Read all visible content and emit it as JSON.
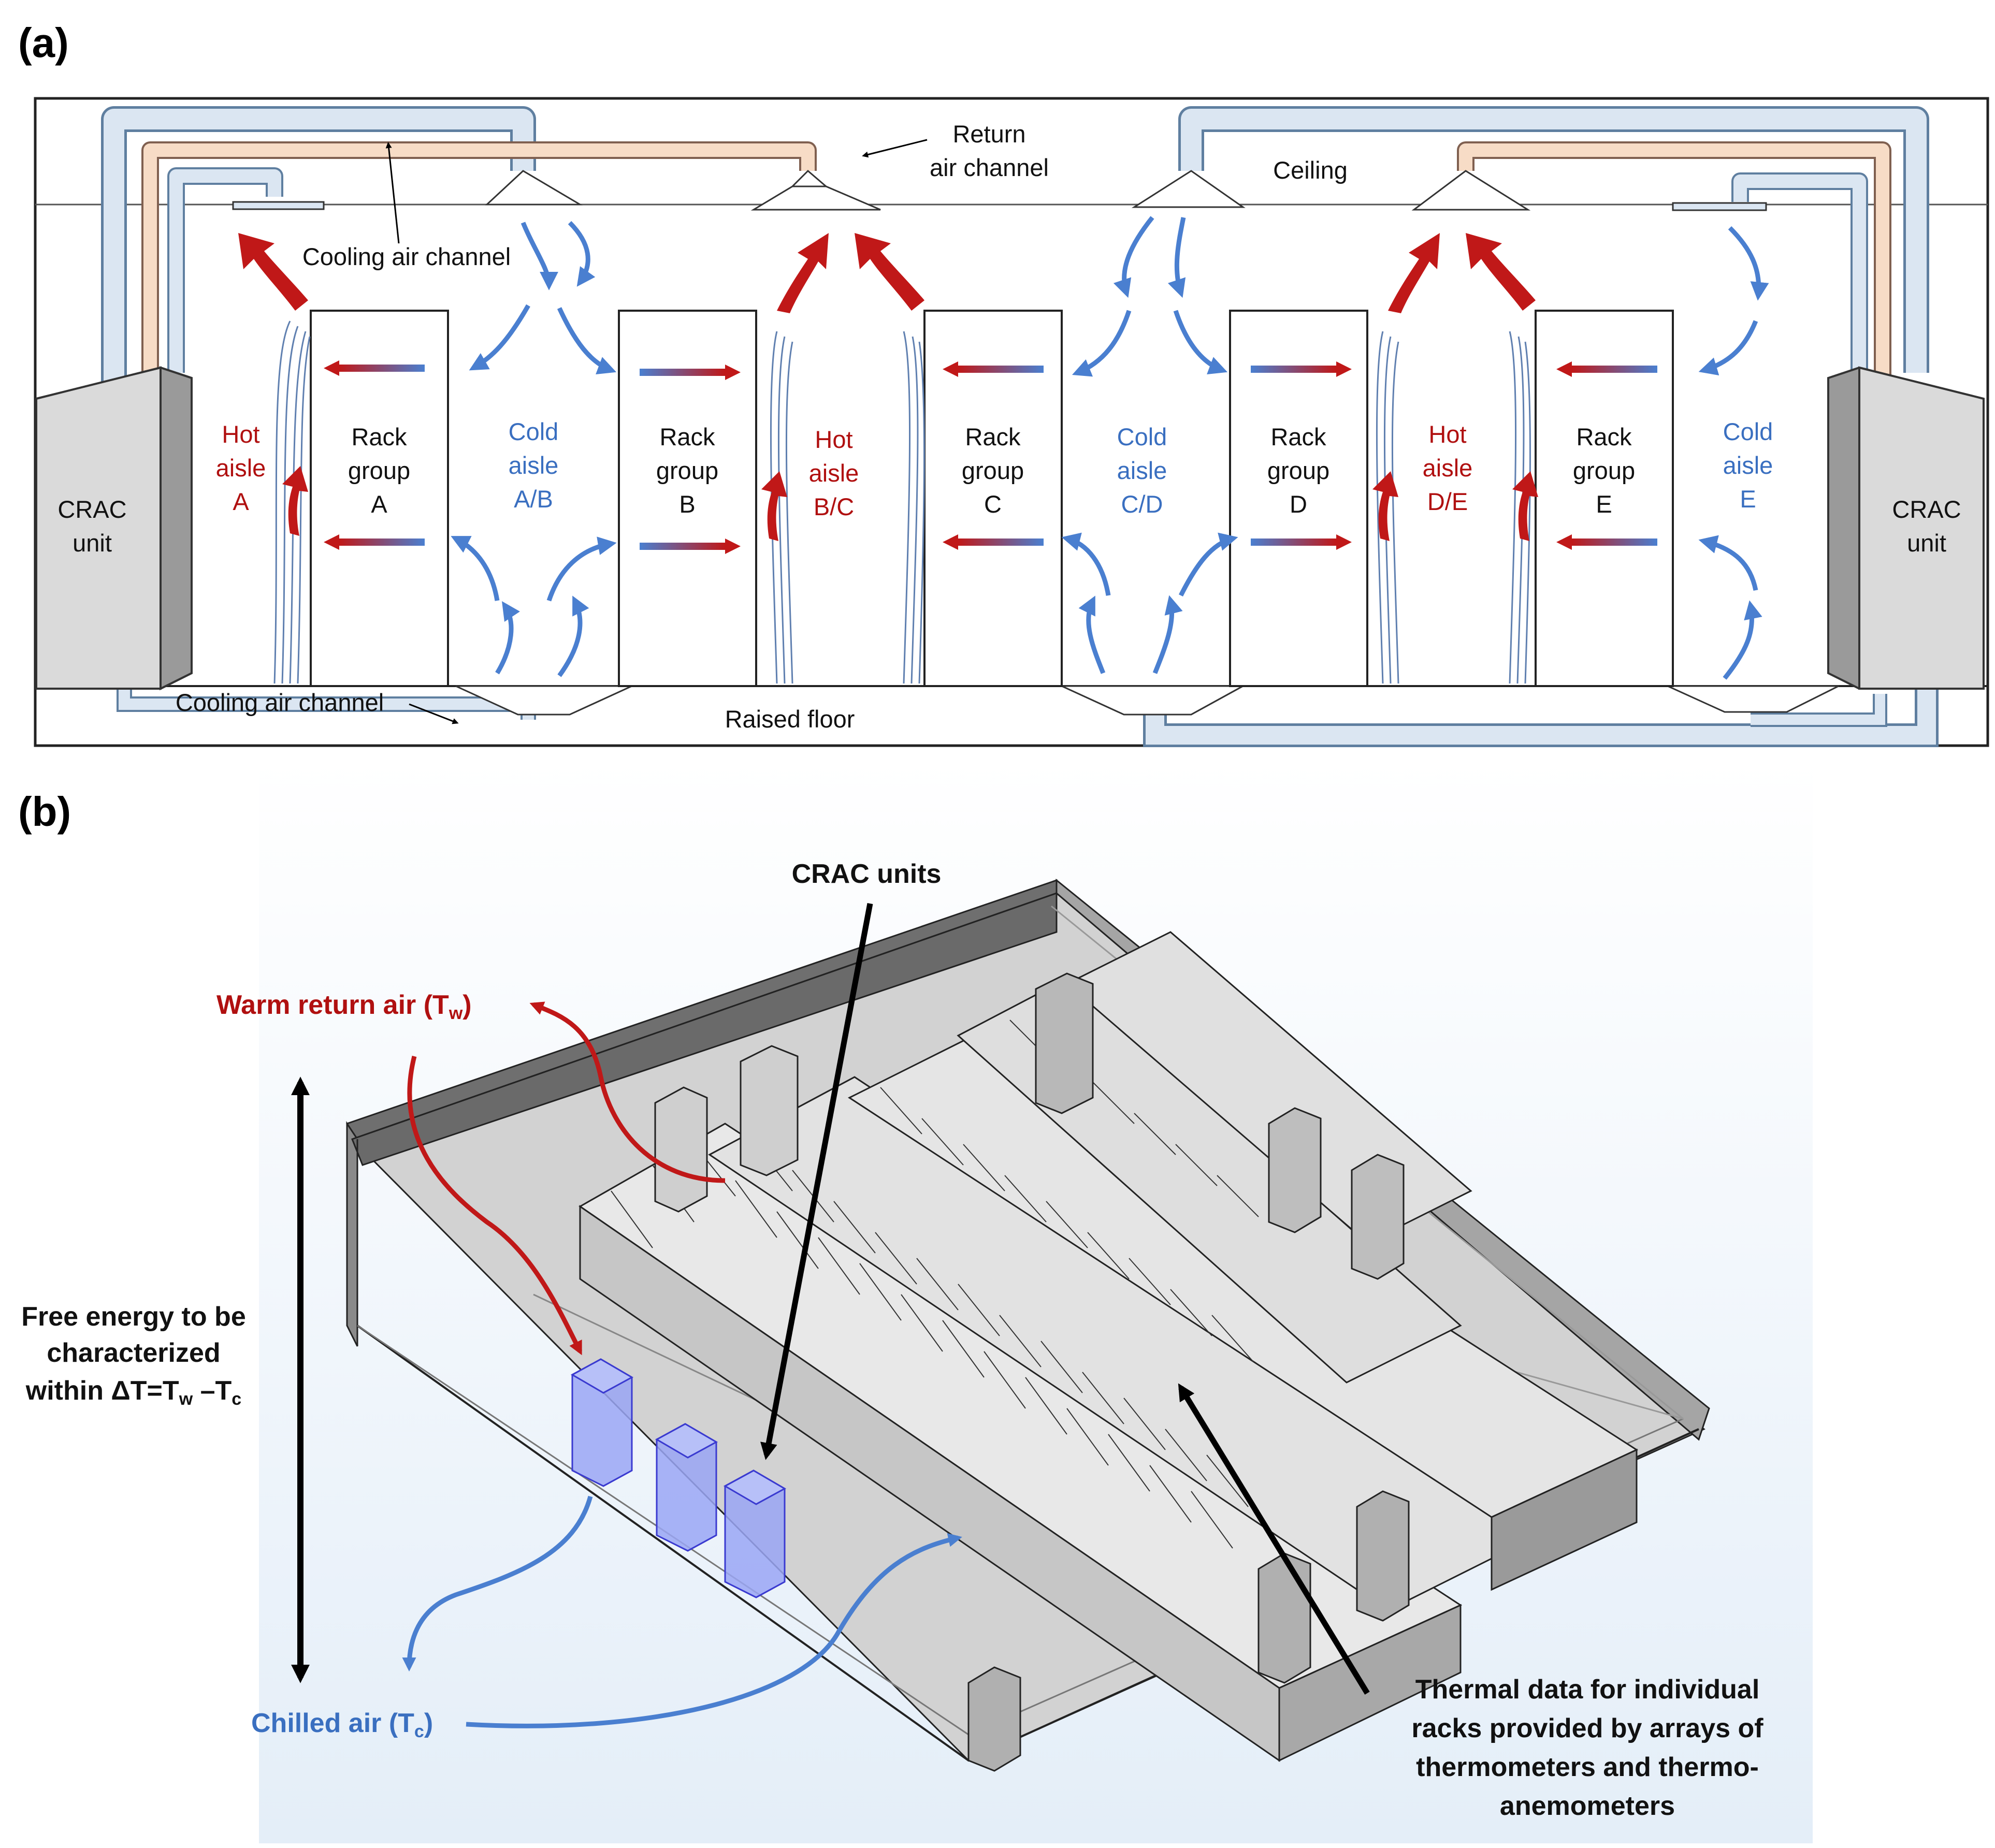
{
  "panels": {
    "a": "(a)",
    "b": "(b)"
  },
  "panel_a": {
    "labels": {
      "return_air_1": "Return",
      "return_air_2": "air channel",
      "ceiling": "Ceiling",
      "cooling_top": "Cooling air channel",
      "cooling_bottom": "Cooling air channel",
      "raised_floor": "Raised floor",
      "crac_1": "CRAC",
      "crac_2": "unit"
    },
    "racks": [
      {
        "l1": "Rack",
        "l2": "group",
        "l3": "A"
      },
      {
        "l1": "Rack",
        "l2": "group",
        "l3": "B"
      },
      {
        "l1": "Rack",
        "l2": "group",
        "l3": "C"
      },
      {
        "l1": "Rack",
        "l2": "group",
        "l3": "D"
      },
      {
        "l1": "Rack",
        "l2": "group",
        "l3": "E"
      }
    ],
    "aisles": [
      {
        "type": "hot",
        "l1": "Hot",
        "l2": "aisle",
        "l3": "A"
      },
      {
        "type": "cold",
        "l1": "Cold",
        "l2": "aisle",
        "l3": "A/B"
      },
      {
        "type": "hot",
        "l1": "Hot",
        "l2": "aisle",
        "l3": "B/C"
      },
      {
        "type": "cold",
        "l1": "Cold",
        "l2": "aisle",
        "l3": "C/D"
      },
      {
        "type": "hot",
        "l1": "Hot",
        "l2": "aisle",
        "l3": "D/E"
      },
      {
        "type": "cold",
        "l1": "Cold",
        "l2": "aisle",
        "l3": "E"
      }
    ]
  },
  "panel_b": {
    "crac_units": "CRAC units",
    "warm_air": "Warm return air (T",
    "warm_sub": "w",
    "chilled_air": "Chilled air (T",
    "chilled_sub": "c",
    "close_paren": ")",
    "free_energy_1": "Free energy to be",
    "free_energy_2": "characterized",
    "free_energy_3": "within ΔT=T",
    "free_energy_sub_w": "w",
    "free_energy_minus": " –T",
    "free_energy_sub_c": "c",
    "thermal_1": "Thermal data for individual",
    "thermal_2": "racks provided by arrays of",
    "thermal_3": "thermometers and thermo-",
    "thermal_4": "anemometers"
  },
  "colors": {
    "hot": "#b01010",
    "cold": "#3a6fc0",
    "duct_blue": "#dbe6f2",
    "duct_peach": "#f7dcc6",
    "crac_blue": "#9aa6f5"
  }
}
